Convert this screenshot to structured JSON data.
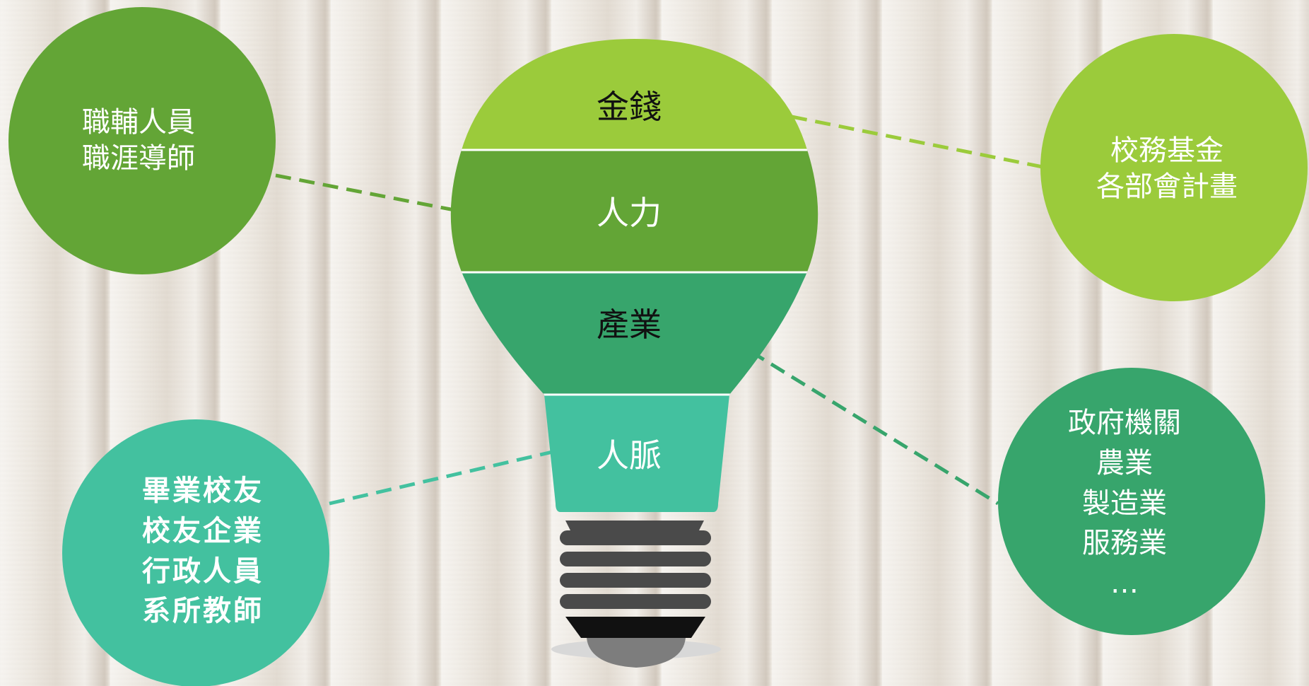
{
  "colors": {
    "money": "#9bcb3b",
    "manpower": "#63a536",
    "industry": "#37a56c",
    "network": "#43c19f",
    "base_dark": "#4a4a4a",
    "base_tip": "#7d7d7d"
  },
  "bulb": {
    "segments": [
      {
        "label": "金錢"
      },
      {
        "label": "人力"
      },
      {
        "label": "產業"
      },
      {
        "label": "人脈"
      }
    ]
  },
  "circles": {
    "manpower": {
      "lines": [
        "職輔人員",
        "職涯導師"
      ]
    },
    "money": {
      "lines": [
        "校務基金",
        "各部會計畫"
      ]
    },
    "network": {
      "lines": [
        "畢業校友",
        "校友企業",
        "行政人員",
        "系所教師"
      ]
    },
    "industry": {
      "lines": [
        "政府機關",
        "農業",
        "製造業",
        "服務業",
        "…"
      ]
    }
  }
}
